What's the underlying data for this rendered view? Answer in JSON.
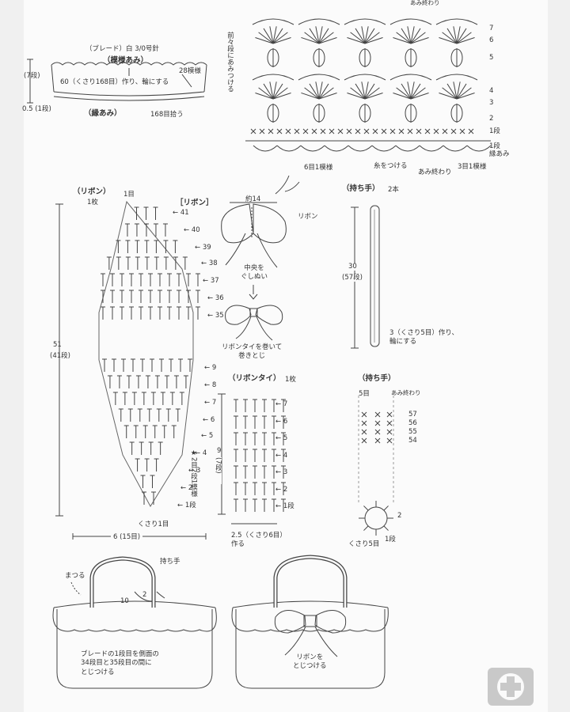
{
  "colors": {
    "paper": "#fbfbfb",
    "backdrop": "#f0f0f0",
    "ink": "#333333",
    "mark": "#888888"
  },
  "braid": {
    "title": "（ブレード）白 3/0号針",
    "pattern": "（模様あみ）",
    "rows": "28模様",
    "start": "60（くさり168目）作り、輪にする",
    "edging": "（縁あみ）",
    "pickup": "168目拾う",
    "side_rows": "(7段)",
    "side_edge": "0.5 (1段)"
  },
  "stitch_chart": {
    "row_labels": [
      "7",
      "6",
      "5",
      "4",
      "3",
      "2",
      "1段",
      "1段\n縁あみ"
    ],
    "finish_top": "あみ終わり",
    "side_note": "前々段にあみつける",
    "repeat_6": "6目1模様",
    "attach_yarn": "糸をつける",
    "finish_bottom": "あみ終わり",
    "repeat_3": "3目1模様"
  },
  "ribbon_chart": {
    "title": "（リボン）",
    "count": "1枚",
    "start_stitch": "1目",
    "rows_upper": [
      "41",
      "40",
      "39",
      "38",
      "37",
      "36",
      "35"
    ],
    "rows_lower": [
      "9",
      "8",
      "7",
      "6",
      "5",
      "4",
      "3",
      "2",
      "1段"
    ],
    "height": "51",
    "height_rows": "(41段)",
    "pattern_note": "★2目2段1模様",
    "chain_start": "くさり1目",
    "width": "6 (15目)"
  },
  "ribbon_diagram": {
    "title": "［リボン］",
    "length": "約14",
    "ribbon_label": "リボン",
    "center_note": "中央を\nぐしぬい",
    "tie_note": "リボンタイを巻いて\n巻きとじ"
  },
  "handle": {
    "title": "（持ち手）",
    "count": "2本",
    "length": "30",
    "length_rows": "(57段)",
    "start_note": "3（くさり5目）作り、\n輪にする"
  },
  "handle_chart": {
    "title": "（持ち手）",
    "stitches": "5目",
    "finish": "あみ終わり",
    "rows": [
      "57",
      "56",
      "55",
      "54"
    ],
    "chain_start": "くさり5目",
    "row1": "1段",
    "row2": "2"
  },
  "ribbon_tie": {
    "title": "（リボンタイ）",
    "count": "1枚",
    "rows": [
      "7",
      "6",
      "5",
      "4",
      "3",
      "2",
      "1段"
    ],
    "height": "9",
    "height_rows": "(7段)",
    "start_note": "2.5（くさり6目）\n作る"
  },
  "bags": {
    "left_handle": "持ち手",
    "left_sew": "まつる",
    "left_dim1": "10",
    "left_dim2": "2",
    "left_note": "ブレードの1段目を側面の\n34段目と35段目の間に\nとじつける",
    "right_note": "リボンを\nとじつける"
  },
  "watermark_icon": "plus-cross-icon"
}
